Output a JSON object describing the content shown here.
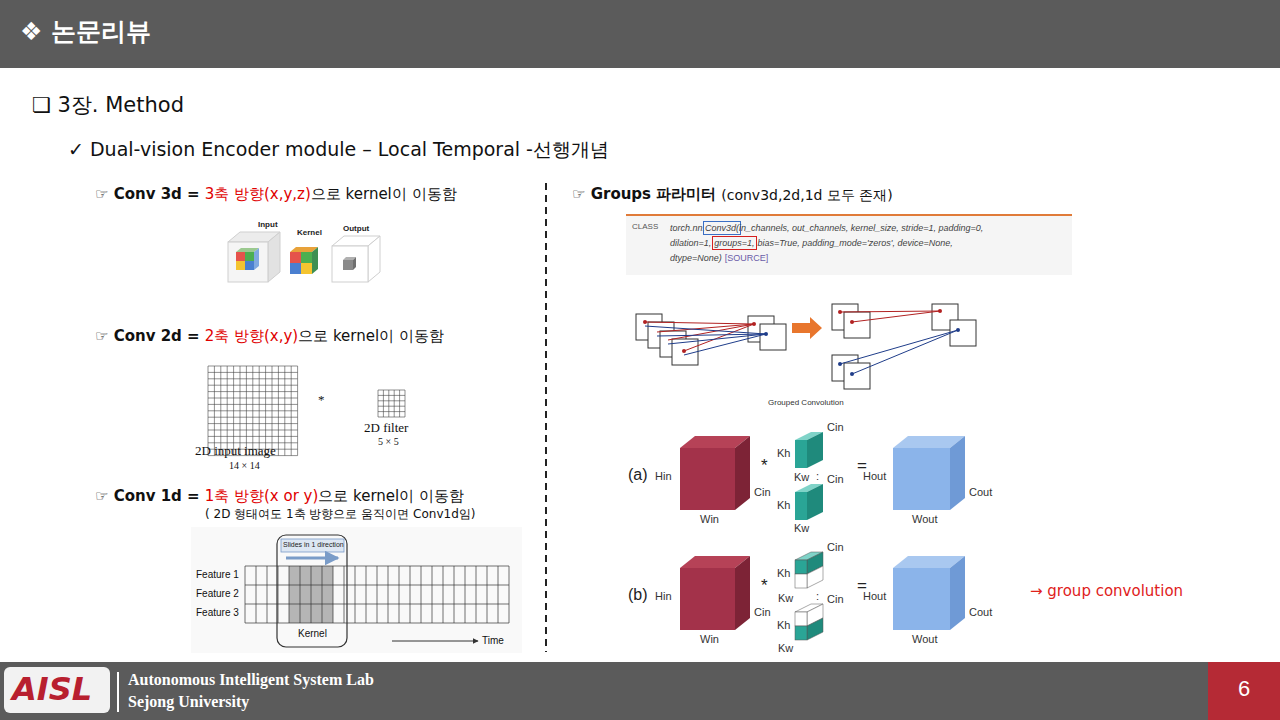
{
  "diagram": {
    "title": "❖ 논문리뷰",
    "labels": [
      "❏ 3장. Method",
      "✓ Dual-vision Encoder module – Local Temporal -선행개념",
      "☞ Conv 3d =",
      "3축 방향(x,y,z)",
      "으로 kernel이 이동함",
      "Input",
      "Kernel",
      "Output",
      "☞ Conv 2d =",
      "2축 방향(x,y)",
      "으로 kernel이 이동함",
      "2D input image",
      "14 × 14",
      "*",
      "2D filter",
      "5 × 5",
      "☞ Conv 1d =",
      "1축 방향(x or y)",
      "으로 kernel이 이동함",
      "( 2D 형태여도 1축 방향으로 움직이면 Conv1d임)",
      "Slides in 1 direction",
      "Feature 1",
      "Feature 2",
      "Feature 3",
      "Kernel",
      "Time",
      "☞ Groups 파라미터",
      "(conv3d,2d,1d 모두 존재)",
      "CLASS",
      "torch.nn.",
      "Conv3d(",
      "in_channels, out_channels, kernel_size, stride=1, padding=0,",
      "dilation=1,",
      "groups=1,",
      "bias=True, padding_mode='zeros', device=None,",
      "dtype=None)",
      "[SOURCE]",
      "Grouped Convolution",
      "(a)",
      "Hin",
      "Win",
      "Cin",
      "*",
      "Kh",
      "Cin",
      "Kw",
      ":",
      "Kh",
      "Cin",
      "Kw",
      "=",
      "Hout",
      "Wout",
      "Cout",
      "(b)",
      "Hin",
      "Win",
      "Cin",
      "*",
      "Kh",
      "Cin",
      "Kw",
      ":",
      "Kh",
      "Cin",
      "Kw",
      "=",
      "Hout",
      "Wout",
      "Cout",
      "→ group convolution",
      "AISL",
      "Autonomous Intelligent System Lab",
      "Sejong University",
      "6"
    ]
  }
}
